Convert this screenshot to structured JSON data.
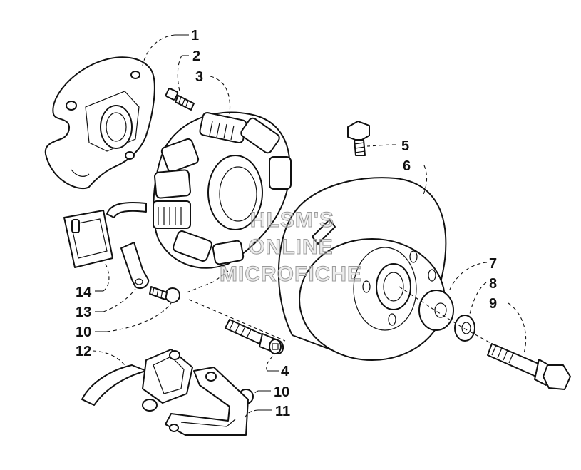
{
  "callouts": [
    {
      "id": "c1",
      "label": "1"
    },
    {
      "id": "c2",
      "label": "2"
    },
    {
      "id": "c3",
      "label": "3"
    },
    {
      "id": "c4",
      "label": "4"
    },
    {
      "id": "c5",
      "label": "5"
    },
    {
      "id": "c6",
      "label": "6"
    },
    {
      "id": "c7",
      "label": "7"
    },
    {
      "id": "c8",
      "label": "8"
    },
    {
      "id": "c9",
      "label": "9"
    },
    {
      "id": "c10a",
      "label": "10"
    },
    {
      "id": "c10b",
      "label": "10"
    },
    {
      "id": "c11",
      "label": "11"
    },
    {
      "id": "c12",
      "label": "12"
    },
    {
      "id": "c13",
      "label": "13"
    },
    {
      "id": "c14",
      "label": "14"
    }
  ],
  "watermark": {
    "line1": "HLSM'S",
    "line2": "ONLINE",
    "line3": "MICROFICHE"
  },
  "colors": {
    "ink": "#111111",
    "background": "#ffffff",
    "watermark": "#9a9a9a"
  }
}
